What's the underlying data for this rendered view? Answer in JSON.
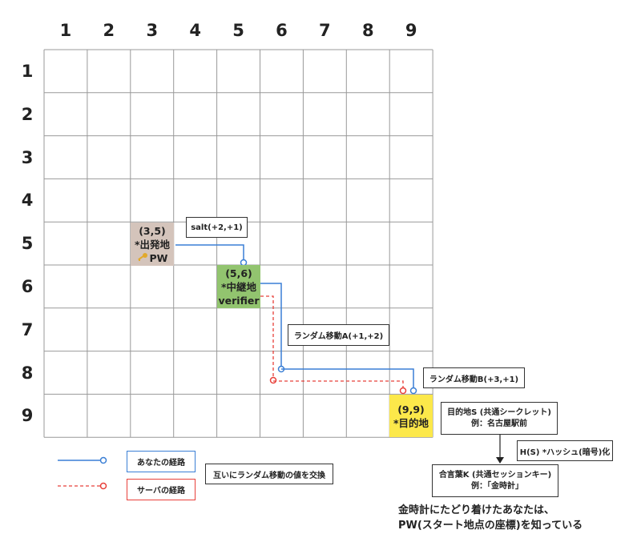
{
  "grid": {
    "columns": [
      "1",
      "2",
      "3",
      "4",
      "5",
      "6",
      "7",
      "8",
      "9"
    ],
    "rows": [
      "1",
      "2",
      "3",
      "4",
      "5",
      "6",
      "7",
      "8",
      "9"
    ]
  },
  "cells": {
    "start": {
      "coord": "(3,5)",
      "name": "*出発地",
      "extra": "PW",
      "color": "#d4c4bb",
      "icon": "key-icon"
    },
    "relay": {
      "coord": "(5,6)",
      "name": "*中継地",
      "extra": "verifier",
      "color": "#92c46f"
    },
    "goal": {
      "coord": "(9,9)",
      "name": "*目的地",
      "color": "#fce84a"
    }
  },
  "labels": {
    "salt": "salt(+2,+1)",
    "move_a": "ランダム移動A(+1,+2)",
    "move_b": "ランダム移動B(+3,+1)",
    "dest_line1": "目的地S (共通シークレット)",
    "dest_line2": "例：名古屋駅前",
    "hash": "H(S) *ハッシュ(暗号)化",
    "key_line1": "合言葉K (共通セッションキー)",
    "key_line2": "例：｢金時計｣"
  },
  "legend": {
    "yours": "あなたの経路",
    "server": "サーバの経路",
    "exchange": "互いにランダム移動の値を交換"
  },
  "note": {
    "line1": "金時計にたどり着けたあなたは、",
    "line2": "PW(スタート地点の座標)を知っている"
  },
  "colors": {
    "your_path": "#3a7fd5",
    "server_path": "#e8403a",
    "grid_line": "#999999"
  }
}
